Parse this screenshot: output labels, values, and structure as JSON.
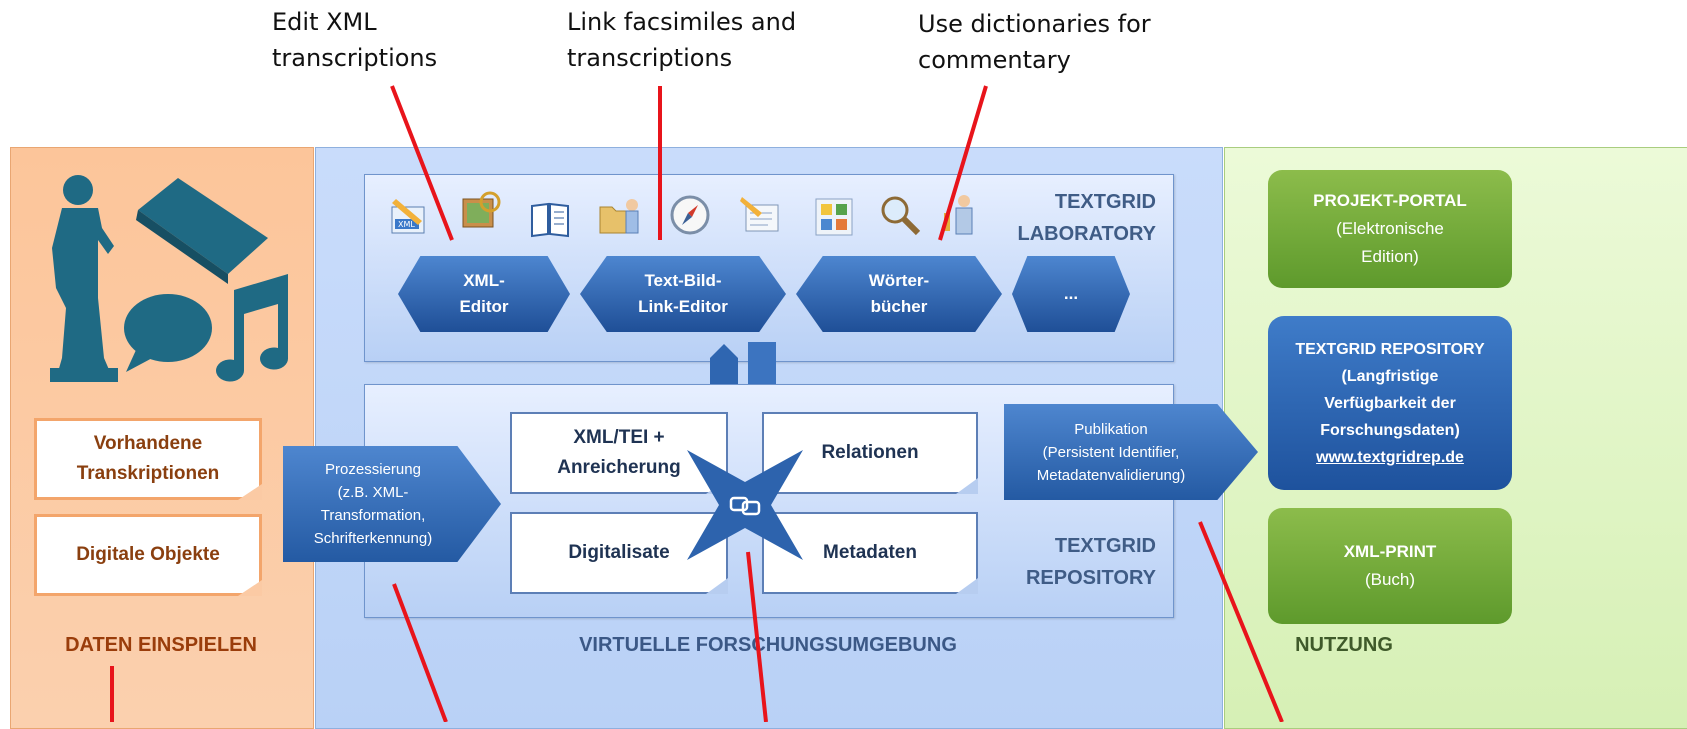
{
  "annotations": {
    "edit_xml": "Edit XML\ntranscriptions",
    "link_facsimiles": "Link facsimiles and\ntranscriptions",
    "use_dictionaries": "Use dictionaries for\ncommentary"
  },
  "left_panel": {
    "note_existing": "Vorhandene\nTranskriptionen",
    "note_digital": "Digitale Objekte",
    "label": "DATEN EINSPIELEN"
  },
  "center_panel": {
    "label": "VIRTUELLE FORSCHUNGSUMGEBUNG",
    "laboratory": {
      "title": "TEXTGRID\nLABORATORY",
      "tools": [
        "XML-\nEditor",
        "Text-Bild-\nLink-Editor",
        "Wörter-\nbücher",
        "..."
      ]
    },
    "repository": {
      "title": "TEXTGRID\nREPOSITORY",
      "processing": "Prozessierung\n(z.B. XML-\nTransformation,\nSchrifterkennung)",
      "items": [
        "XML/TEI +\nAnreicherung",
        "Relationen",
        "Digitalisate",
        "Metadaten"
      ],
      "publication": "Publikation\n(Persistent Identifier,\nMetadatenvalidierung)"
    }
  },
  "right_panel": {
    "label": "NUTZUNG",
    "portal_title": "PROJEKT-PORTAL",
    "portal_sub": "(Elektronische\nEdition)",
    "repo_title": "TEXTGRID REPOSITORY",
    "repo_sub": "(Langfristige\nVerfügbarkeit der\nForschungsdaten)",
    "repo_link": "www.textgridrep.de",
    "print_title": "XML-PRINT",
    "print_sub": "(Buch)"
  },
  "colors": {
    "annotation_line": "#e8141b",
    "left_panel": "#fbc9a0",
    "center_panel": "#c2d7f8",
    "right_panel": "#e2f5c8",
    "tool_blue": "#2a5ea8",
    "green_button": "#76ab3b"
  },
  "icons": [
    "xml-editor-icon",
    "image-link-icon",
    "book-icon",
    "folder-person-icon",
    "compass-icon",
    "document-icon",
    "grid-icon",
    "magnifier-icon",
    "person-key-icon"
  ]
}
